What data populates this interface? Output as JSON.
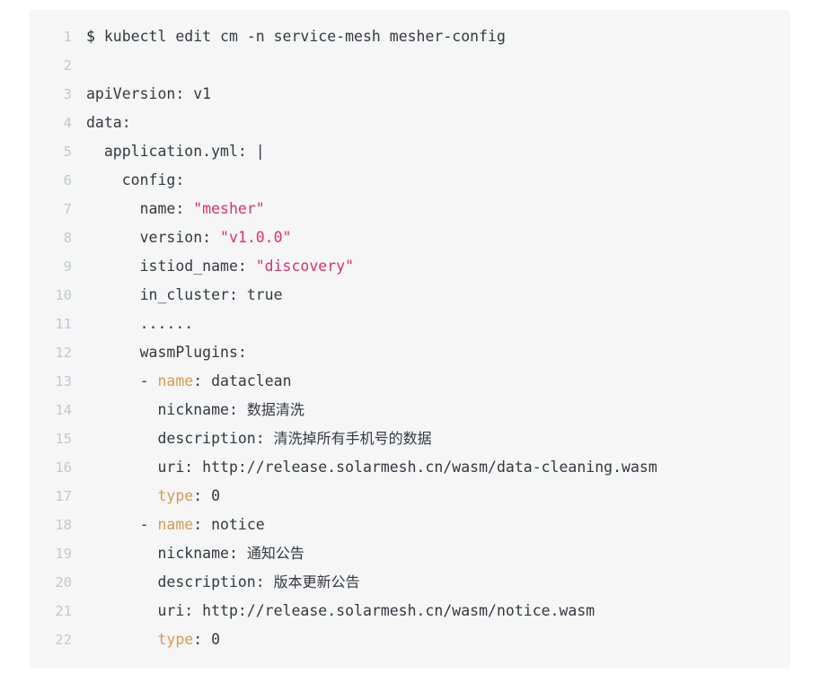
{
  "code_block": {
    "language": "yaml",
    "background_color": "#f6f6f7",
    "line_number_color": "#c3c7cd",
    "colors": {
      "plain": "#34383f",
      "string": "#e0306a",
      "boolean": "#2fa8e8",
      "key_highlight": "#d89a4e",
      "prompt": "#22262d"
    },
    "lines": [
      {
        "number": "1",
        "text": "$ kubectl edit cm -n service-mesh mesher-config",
        "tokens": [
          {
            "t": "$",
            "c": "prompt"
          },
          {
            "t": " kubectl edit cm -n service-mesh mesher-config",
            "c": "plain"
          }
        ]
      },
      {
        "number": "2",
        "text": "",
        "tokens": []
      },
      {
        "number": "3",
        "text": "apiVersion: v1",
        "tokens": [
          {
            "t": "apiVersion: v1",
            "c": "plain"
          }
        ]
      },
      {
        "number": "4",
        "text": "data:",
        "tokens": [
          {
            "t": "data:",
            "c": "plain"
          }
        ]
      },
      {
        "number": "5",
        "text": "  application.yml: |",
        "tokens": [
          {
            "t": "  application.yml: |",
            "c": "plain"
          }
        ]
      },
      {
        "number": "6",
        "text": "    config:",
        "tokens": [
          {
            "t": "    config:",
            "c": "plain"
          }
        ]
      },
      {
        "number": "7",
        "text": "      name: \"mesher\"",
        "tokens": [
          {
            "t": "      name: ",
            "c": "plain"
          },
          {
            "t": "\"mesher\"",
            "c": "string"
          }
        ]
      },
      {
        "number": "8",
        "text": "      version: \"v1.0.0\"",
        "tokens": [
          {
            "t": "      version: ",
            "c": "plain"
          },
          {
            "t": "\"v1.0.0\"",
            "c": "string"
          }
        ]
      },
      {
        "number": "9",
        "text": "      istiod_name: \"discovery\"",
        "tokens": [
          {
            "t": "      istiod_name: ",
            "c": "plain"
          },
          {
            "t": "\"discovery\"",
            "c": "string"
          }
        ]
      },
      {
        "number": "10",
        "text": "      in_cluster: true",
        "tokens": [
          {
            "t": "      in_cluster: ",
            "c": "plain"
          },
          {
            "t": "true",
            "c": "boolean"
          }
        ]
      },
      {
        "number": "11",
        "text": "      ......",
        "tokens": [
          {
            "t": "      ......",
            "c": "dots"
          }
        ]
      },
      {
        "number": "12",
        "text": "      wasmPlugins:",
        "tokens": [
          {
            "t": "      wasmPlugins:",
            "c": "plain"
          }
        ]
      },
      {
        "number": "13",
        "text": "      - name: dataclean",
        "tokens": [
          {
            "t": "      - ",
            "c": "plain"
          },
          {
            "t": "name",
            "c": "key"
          },
          {
            "t": ": dataclean",
            "c": "plain"
          }
        ]
      },
      {
        "number": "14",
        "text": "        nickname: 数据清洗",
        "tokens": [
          {
            "t": "        nickname: ",
            "c": "plain"
          },
          {
            "t": "数据清洗",
            "c": "cjk"
          }
        ]
      },
      {
        "number": "15",
        "text": "        description: 清洗掉所有手机号的数据",
        "tokens": [
          {
            "t": "        description: ",
            "c": "plain"
          },
          {
            "t": "清洗掉所有手机号的数据",
            "c": "cjk"
          }
        ]
      },
      {
        "number": "16",
        "text": "        uri: http://release.solarmesh.cn/wasm/data-cleaning.wasm",
        "tokens": [
          {
            "t": "        uri: http://release.solarmesh.cn/wasm/data-cleaning.wasm",
            "c": "plain"
          }
        ]
      },
      {
        "number": "17",
        "text": "        type: 0",
        "tokens": [
          {
            "t": "        ",
            "c": "plain"
          },
          {
            "t": "type",
            "c": "key"
          },
          {
            "t": ": 0",
            "c": "plain"
          }
        ]
      },
      {
        "number": "18",
        "text": "      - name: notice",
        "tokens": [
          {
            "t": "      - ",
            "c": "plain"
          },
          {
            "t": "name",
            "c": "key"
          },
          {
            "t": ": notice",
            "c": "plain"
          }
        ]
      },
      {
        "number": "19",
        "text": "        nickname: 通知公告",
        "tokens": [
          {
            "t": "        nickname: ",
            "c": "plain"
          },
          {
            "t": "通知公告",
            "c": "cjk"
          }
        ]
      },
      {
        "number": "20",
        "text": "        description: 版本更新公告",
        "tokens": [
          {
            "t": "        description: ",
            "c": "plain"
          },
          {
            "t": "版本更新公告",
            "c": "cjk"
          }
        ]
      },
      {
        "number": "21",
        "text": "        uri: http://release.solarmesh.cn/wasm/notice.wasm",
        "tokens": [
          {
            "t": "        uri: http://release.solarmesh.cn/wasm/notice.wasm",
            "c": "plain"
          }
        ]
      },
      {
        "number": "22",
        "text": "        type: 0",
        "tokens": [
          {
            "t": "        ",
            "c": "plain"
          },
          {
            "t": "type",
            "c": "key"
          },
          {
            "t": ": 0",
            "c": "plain"
          }
        ]
      }
    ]
  }
}
